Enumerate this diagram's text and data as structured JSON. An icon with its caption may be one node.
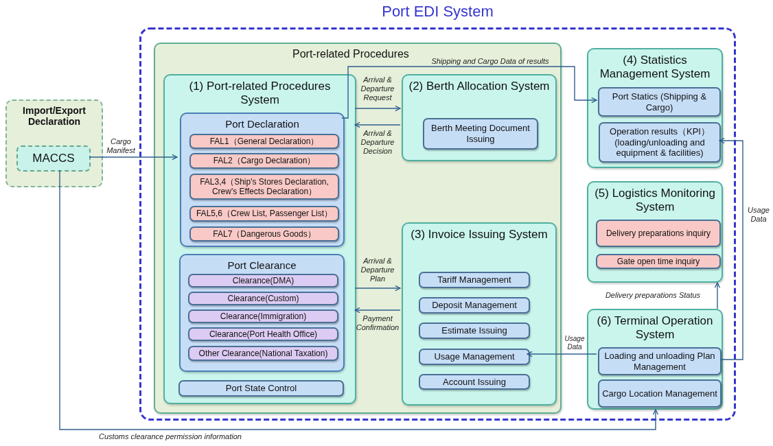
{
  "diagram": {
    "nodes": [
      {
        "text": [
          "Port EDI System"
        ]
      },
      {
        "text": [
          "Import/Export Declaration"
        ]
      },
      {
        "text": [
          "MACCS"
        ],
        "in": 1
      },
      {
        "text": [
          "Port-related Procedures"
        ],
        "in": 0
      },
      {
        "text": [
          "(1) Port-related Procedures System"
        ],
        "in": 3
      },
      {
        "text": [
          "Port Declaration"
        ],
        "in": 4
      },
      {
        "text": [
          "FAL1（General Declaration）"
        ],
        "in": 5
      },
      {
        "text": [
          "FAL2（Cargo Declaration）"
        ],
        "in": 5
      },
      {
        "text": [
          "FAL3,4（Ship's Stores Declaration, Crew's Effects Declaration）"
        ],
        "in": 5
      },
      {
        "text": [
          "FAL5,6（Crew List, Passenger List）"
        ],
        "in": 5
      },
      {
        "text": [
          "FAL7（Dangerous Goods）"
        ],
        "in": 5
      },
      {
        "text": [
          "Port Clearance"
        ],
        "in": 4
      },
      {
        "text": [
          "Clearance(DMA)"
        ],
        "in": 11
      },
      {
        "text": [
          "Clearance(Custom)"
        ],
        "in": 11
      },
      {
        "text": [
          "Clearance(Immigration)"
        ],
        "in": 11
      },
      {
        "text": [
          "Clearance(Port Health Office)"
        ],
        "in": 11
      },
      {
        "text": [
          "Other Clearance(National Taxation)"
        ],
        "in": 11
      },
      {
        "text": [
          "Port State Control"
        ],
        "in": 4
      },
      {
        "text": [
          "(2) Berth Allocation System"
        ],
        "in": 3
      },
      {
        "text": [
          "Berth Meeting Document Issuing"
        ],
        "in": 18
      },
      {
        "text": [
          "(3) Invoice Issuing System"
        ],
        "in": 3
      },
      {
        "text": [
          "Tariff Management"
        ],
        "in": 20
      },
      {
        "text": [
          "Deposit Management"
        ],
        "in": 20
      },
      {
        "text": [
          "Estimate Issuing"
        ],
        "in": 20
      },
      {
        "text": [
          "Usage Management"
        ],
        "in": 20
      },
      {
        "text": [
          "Account Issuing"
        ],
        "in": 20
      },
      {
        "text": [
          "(4) Statistics Management System"
        ],
        "in": 0
      },
      {
        "text": [
          "Port Statics (Shipping & Cargo)"
        ],
        "in": 26
      },
      {
        "text": [
          "Operation results（KPI） (loading/unloading and equipment & facilities)"
        ],
        "in": 26
      },
      {
        "text": [
          "(5) Logistics Monitoring System"
        ],
        "in": 0
      },
      {
        "text": [
          "Delivery preparations inquiry"
        ],
        "in": 29
      },
      {
        "text": [
          "Gate open time inquiry"
        ],
        "in": 29
      },
      {
        "text": [
          "(6) Terminal Operation System"
        ],
        "in": 0
      },
      {
        "text": [
          "Loading and unloading Plan Management"
        ],
        "in": 32
      },
      {
        "text": [
          "Cargo Location Management"
        ],
        "in": 32
      }
    ],
    "edges": [
      {
        "from": 2,
        "to": 5,
        "arrow": "to",
        "label": "Cargo Manifest"
      },
      {
        "from": 4,
        "to": 18,
        "arrow": "to",
        "label": "Arrival & Departure Request"
      },
      {
        "from": 18,
        "to": 4,
        "arrow": "to",
        "label": "Arrival & Departure Decision"
      },
      {
        "from": 4,
        "to": 20,
        "arrow": "to",
        "label": "Arrival & Departure Plan"
      },
      {
        "from": 20,
        "to": 4,
        "arrow": "to",
        "label": "Payment Confirmation"
      },
      {
        "from": 5,
        "to": 27,
        "arrow": "to",
        "label": "Shipping and Cargo Data of results"
      },
      {
        "from": 33,
        "to": 24,
        "arrow": "to",
        "label": "Usage Data"
      },
      {
        "from": 33,
        "to": 28,
        "arrow": "to",
        "label": "Usage Data"
      },
      {
        "from": 32,
        "to": 29,
        "arrow": "to",
        "label": "Delivery preparations Status"
      },
      {
        "from": 2,
        "to": 32,
        "arrow": "to",
        "label": "Customs clearance permission information"
      }
    ]
  }
}
